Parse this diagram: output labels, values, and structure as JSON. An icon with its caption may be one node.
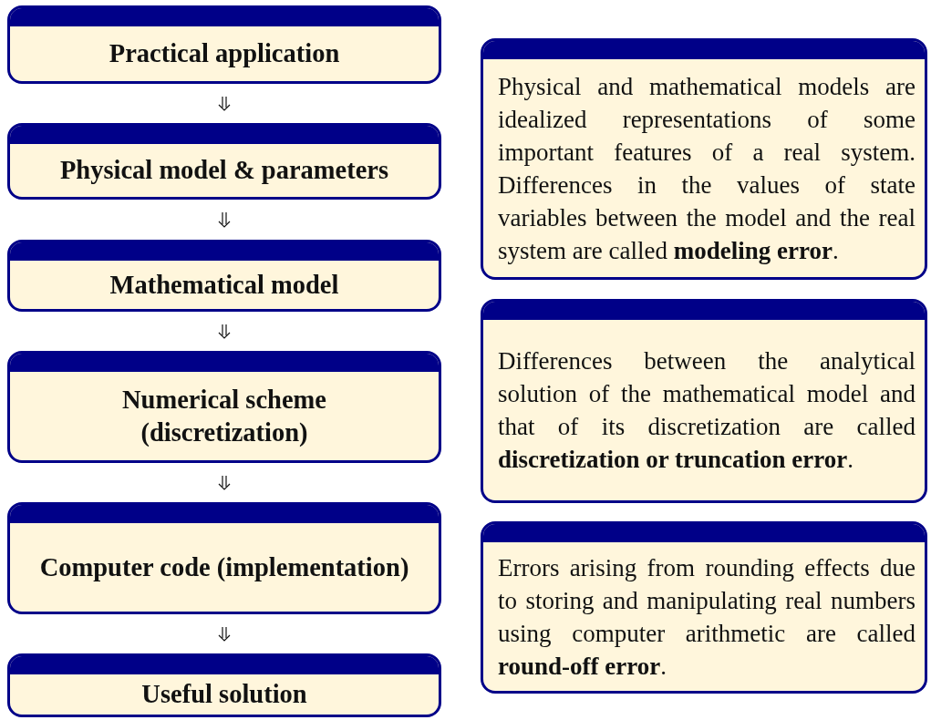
{
  "diagram": {
    "nodes": [
      {
        "text": [
          "Practical application"
        ]
      },
      {
        "text": [
          "Physical model & parameters"
        ]
      },
      {
        "text": [
          "Mathematical model"
        ]
      },
      {
        "text": [
          "Numerical scheme (discretization)"
        ]
      },
      {
        "text": [
          "Computer code (implementation)"
        ]
      },
      {
        "text": [
          "Useful solution"
        ]
      },
      {
        "text": [
          "Physical and mathematical models are idealized representations of some important features of a real system. Differences in the values of state variables between the model and the real system are called **modeling error**."
        ]
      },
      {
        "text": [
          "Differences between the analytical solution of the mathematical model and that of its discretization are called **discretization or truncation error**."
        ]
      },
      {
        "text": [
          "Errors arising from rounding effects due to storing and manipulating real numbers using computer arithmetic are called **round-off error**."
        ]
      }
    ],
    "edges": [
      {
        "from": 0,
        "to": 1,
        "arrow": "to"
      },
      {
        "from": 1,
        "to": 2,
        "arrow": "to"
      },
      {
        "from": 2,
        "to": 3,
        "arrow": "to"
      },
      {
        "from": 3,
        "to": 4,
        "arrow": "to"
      },
      {
        "from": 4,
        "to": 5,
        "arrow": "to"
      }
    ]
  }
}
